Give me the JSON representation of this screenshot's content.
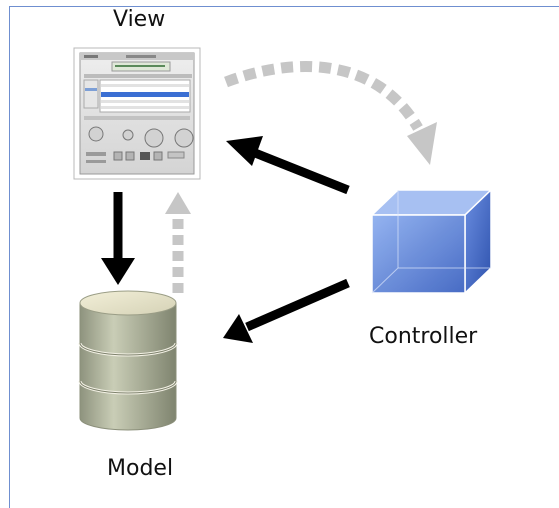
{
  "diagram": {
    "nodes": {
      "view": {
        "label": "View",
        "icon": "app-window-icon"
      },
      "model": {
        "label": "Model",
        "icon": "database-icon"
      },
      "controller": {
        "label": "Controller",
        "icon": "cube-icon"
      }
    },
    "edges": [
      {
        "from": "controller",
        "to": "view",
        "style": "solid"
      },
      {
        "from": "controller",
        "to": "model",
        "style": "solid"
      },
      {
        "from": "view",
        "to": "model",
        "style": "solid"
      },
      {
        "from": "model",
        "to": "view",
        "style": "dashed"
      },
      {
        "from": "view",
        "to": "controller",
        "style": "dashed"
      }
    ],
    "colors": {
      "frame": "#6f8fd0",
      "solid_arrow": "#000000",
      "dashed_arrow": "#c6c6c6",
      "cube": "#5f84d8",
      "database": "#b5baa2"
    }
  }
}
